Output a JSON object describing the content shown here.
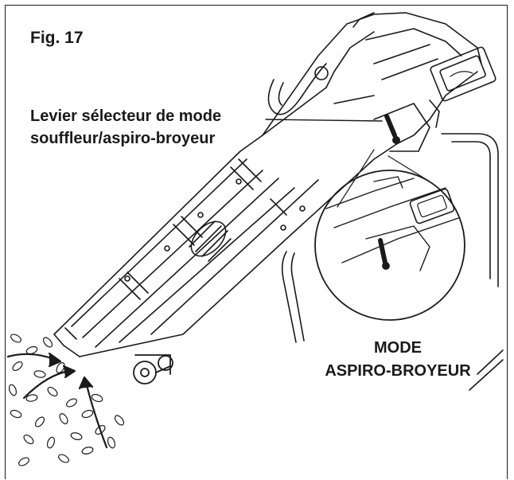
{
  "figure": {
    "number_label": "Fig. 17"
  },
  "callout": {
    "line1": "Levier sélecteur de mode",
    "line2": "souffleur/aspiro-broyeur"
  },
  "mode": {
    "line1": "MODE",
    "line2": "ASPIRO-BROYEUR"
  },
  "colors": {
    "ink": "#1a1a1a",
    "background": "#ffffff"
  }
}
